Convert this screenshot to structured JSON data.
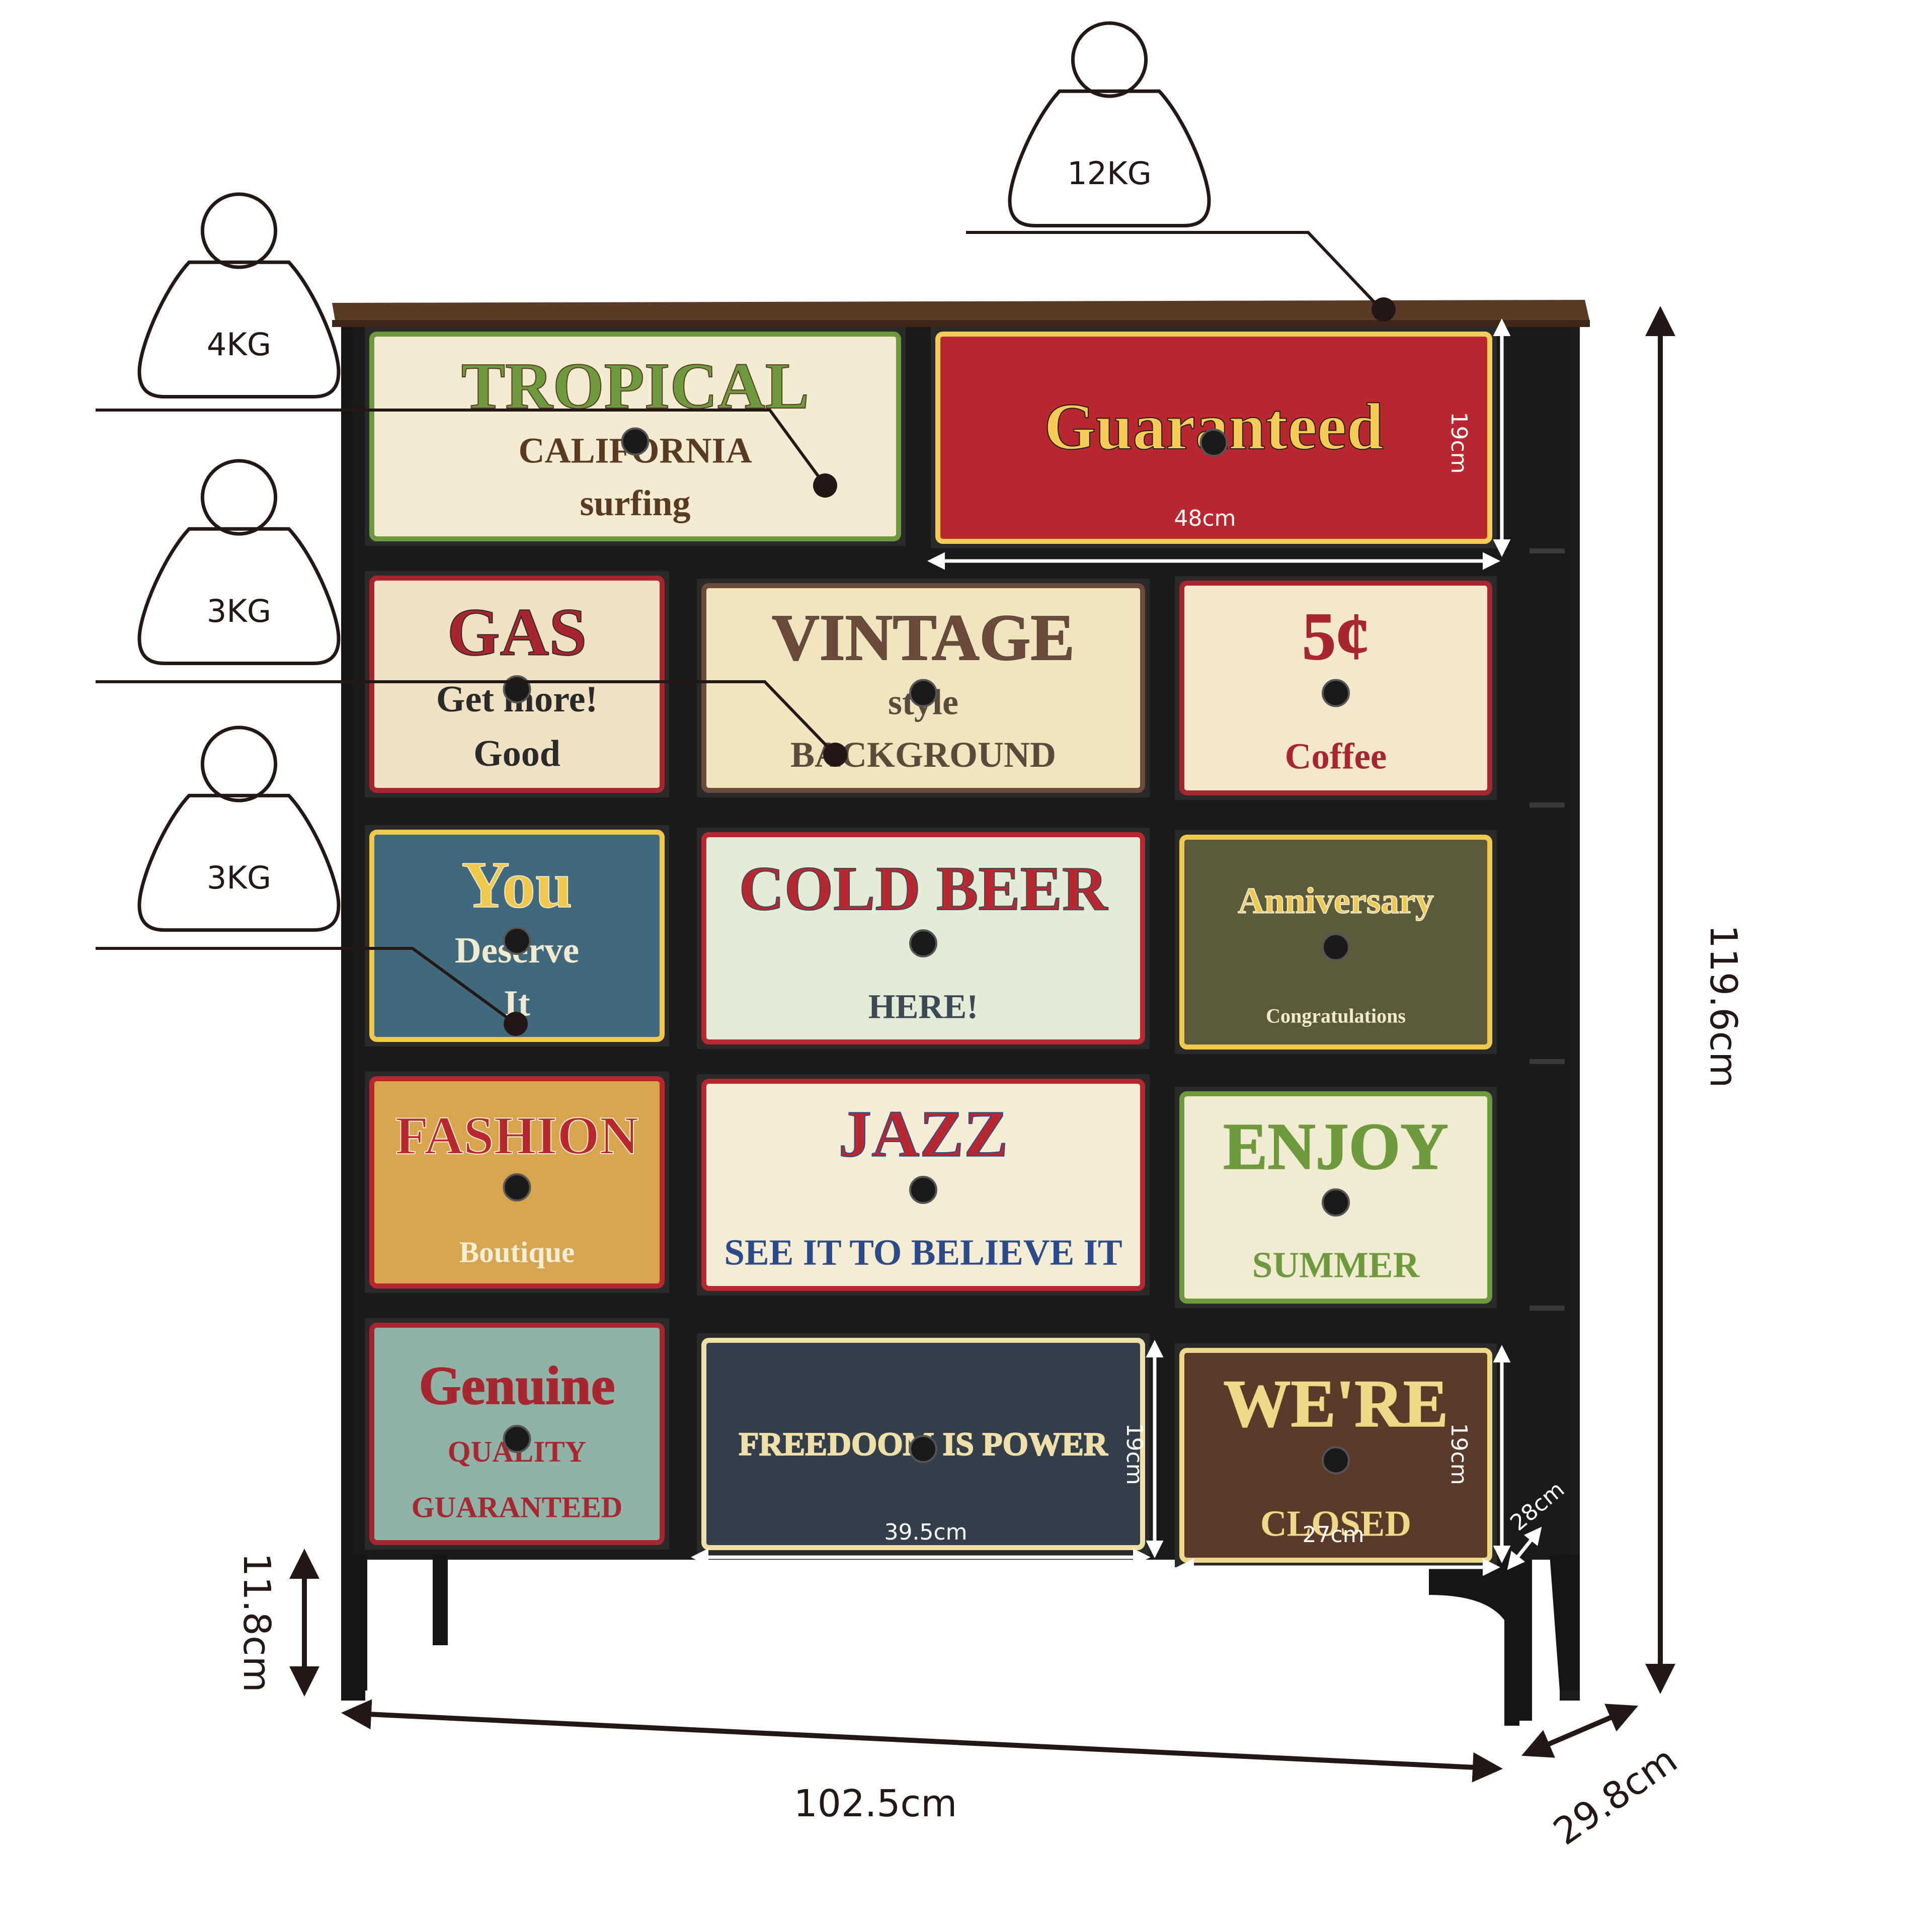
{
  "colors": {
    "frame": "#141414",
    "top_wood": "#5a3a26",
    "line": "#231815",
    "dimension_text": "#231815",
    "drawer_dim_text": "#ffffff"
  },
  "weights": {
    "top": "12KG",
    "row1": "4KG",
    "row2": "3KG",
    "row3": "3KG"
  },
  "dimensions": {
    "height": "119.6cm",
    "width": "102.5cm",
    "depth": "29.8cm",
    "leg_height": "11.8cm"
  },
  "drawer_dimensions": {
    "large_width": "48cm",
    "large_height": "19cm",
    "medium_width": "39.5cm",
    "medium_height": "19cm",
    "small_width": "27cm",
    "small_height": "19cm",
    "small_depth": "28cm"
  },
  "drawers": [
    {
      "id": "tropical",
      "lines": [
        "TROPICAL",
        "CALIFORNIA",
        "surfing"
      ],
      "bg": "#f3ecd2",
      "accent": "#6e9a3e",
      "ink": "#5b3a22"
    },
    {
      "id": "guaranteed",
      "lines": [
        "Guaranteed"
      ],
      "bg": "#b8282e",
      "accent": "#f5cc55",
      "ink": "#1e1e1e"
    },
    {
      "id": "gas",
      "lines": [
        "GAS",
        "Get more!",
        "Good"
      ],
      "bg": "#f0e2c0",
      "accent": "#a8262e",
      "ink": "#2a2a2a"
    },
    {
      "id": "vintage",
      "lines": [
        "VINTAGE",
        "style",
        "BACKGROUND"
      ],
      "bg": "#f2e4bd",
      "accent": "#6d4a3a",
      "ink": "#5a4a3a"
    },
    {
      "id": "coffee",
      "lines": [
        "5¢",
        "Coffee"
      ],
      "bg": "#f3e8cc",
      "accent": "#a8262e",
      "ink": "#a8262e"
    },
    {
      "id": "deserve",
      "lines": [
        "You",
        "Deserve",
        "It"
      ],
      "bg": "#3f6a7d",
      "accent": "#f0c84c",
      "ink": "#f2ead0"
    },
    {
      "id": "beer",
      "lines": [
        "COLD BEER",
        "HERE!"
      ],
      "bg": "#e4ecd6",
      "accent": "#b8282e",
      "ink": "#3a4a55"
    },
    {
      "id": "anniversary",
      "lines": [
        "Anniversary",
        "Congratulations"
      ],
      "bg": "#5b5a3a",
      "accent": "#f0c84c",
      "ink": "#f2ead0"
    },
    {
      "id": "fashion",
      "lines": [
        "FASHION",
        "Boutique"
      ],
      "bg": "#d6a54e",
      "accent": "#b8282e",
      "ink": "#f5efd8"
    },
    {
      "id": "jazz",
      "lines": [
        "JAZZ",
        "SEE IT TO BELIEVE IT"
      ],
      "bg": "#f4ecd3",
      "accent": "#b8282e",
      "ink": "#2a4a8a"
    },
    {
      "id": "summer",
      "lines": [
        "ENJOY",
        "SUMMER"
      ],
      "bg": "#f1ebd2",
      "accent": "#6e9a3e",
      "ink": "#6e9a3e"
    },
    {
      "id": "genuine",
      "lines": [
        "Genuine",
        "QUALITY",
        "GUARANTEED"
      ],
      "bg": "#8fb3a6",
      "accent": "#a8262e",
      "ink": "#a8262e"
    },
    {
      "id": "freedom",
      "lines": [
        "FREEDOOM IS POWER"
      ],
      "bg": "#33404c",
      "accent": "#f0e0a8",
      "ink": "#f0e0a8"
    },
    {
      "id": "closed",
      "lines": [
        "WE'RE",
        "CLOSED"
      ],
      "bg": "#5c3a2a",
      "accent": "#f0d888",
      "ink": "#f0d888"
    }
  ]
}
